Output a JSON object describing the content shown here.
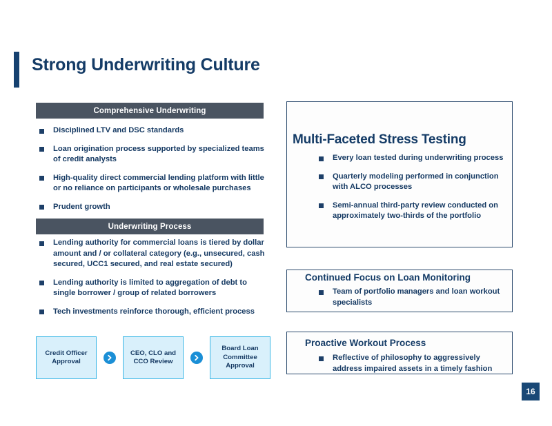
{
  "slide": {
    "title": "Strong Underwriting Culture",
    "page_number": "16",
    "accent_color": "#164170",
    "title_color": "#143b66",
    "section_bar_color": "#4a5461",
    "panel_border_color": "#29486b",
    "flow_box_fill": "#d9f0fb",
    "flow_box_border": "#38b6e6",
    "arrow_color": "#1b8fd6",
    "bullet_color": "#1d3f68",
    "page_badge_color": "#194876"
  },
  "left_column": {
    "sections": [
      {
        "bar_label": "Comprehensive Underwriting",
        "bullets": [
          "Disciplined LTV and DSC standards",
          "Loan origination process supported by specialized teams of credit analysts",
          "High-quality direct commercial lending platform with little or no reliance on participants or wholesale purchases",
          "Prudent growth"
        ]
      },
      {
        "bar_label": "Underwriting Process",
        "bullets": [
          "Lending authority for commercial loans is tiered by dollar amount and / or collateral category (e.g., unsecured, cash secured, UCC1 secured, and real estate secured)",
          "Lending authority is limited to aggregation of debt to single borrower / group of related borrowers",
          "Tech investments reinforce thorough, efficient process"
        ]
      }
    ],
    "flow": {
      "steps": [
        "Credit Officer Approval",
        "CEO, CLO and CCO Review",
        "Board Loan Committee Approval"
      ],
      "arrow_icon": "chevron-right-circle-icon"
    }
  },
  "right_column": {
    "panels": [
      {
        "title": "Multi-Faceted Stress Testing",
        "bullets": [
          "Every loan tested during underwriting process",
          "Quarterly modeling performed in conjunction with ALCO processes",
          "Semi-annual third-party review conducted on approximately two-thirds of the portfolio"
        ]
      },
      {
        "title": "Continued Focus on Loan Monitoring",
        "bullets": [
          "Team of portfolio managers and loan workout specialists"
        ]
      },
      {
        "title": "Proactive Workout Process",
        "bullets": [
          "Reflective of philosophy to aggressively address impaired assets in a timely fashion"
        ]
      }
    ]
  }
}
